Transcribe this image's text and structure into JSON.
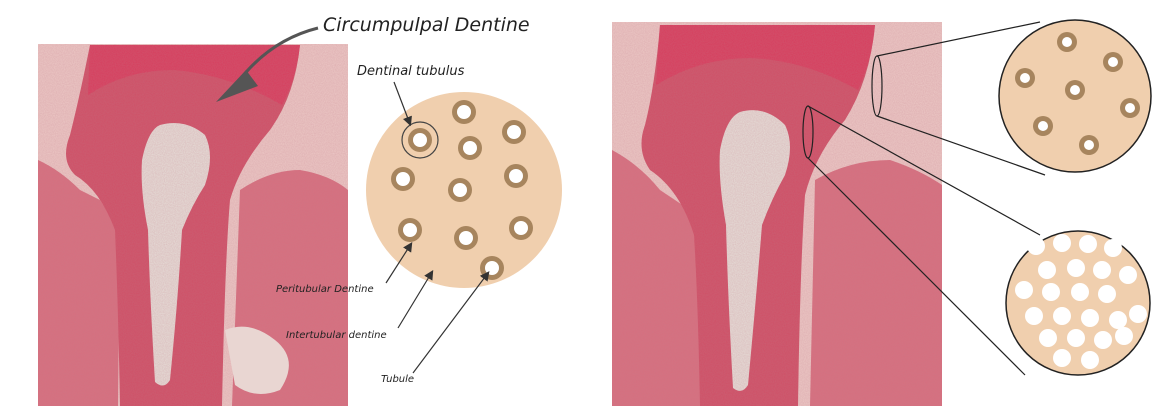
{
  "labels": {
    "title": "Circumpulpal Dentine",
    "tubulus": "Dentinal tubulus",
    "peritubular": "Peritubular Dentine",
    "intertubular": "Intertubular dentine",
    "tubule": "Tubule"
  },
  "colors": {
    "tissue_pink": "#cf5a6e",
    "enamel_magenta": "#d83a5c",
    "pulp_gray": "#e3dcd6",
    "disc_tan": "#f0cfae",
    "ring_brown": "#a7855e",
    "lumen_white": "#ffffff"
  },
  "panels": [
    {
      "name": "left-histology-panel"
    },
    {
      "name": "right-histology-panel"
    }
  ]
}
